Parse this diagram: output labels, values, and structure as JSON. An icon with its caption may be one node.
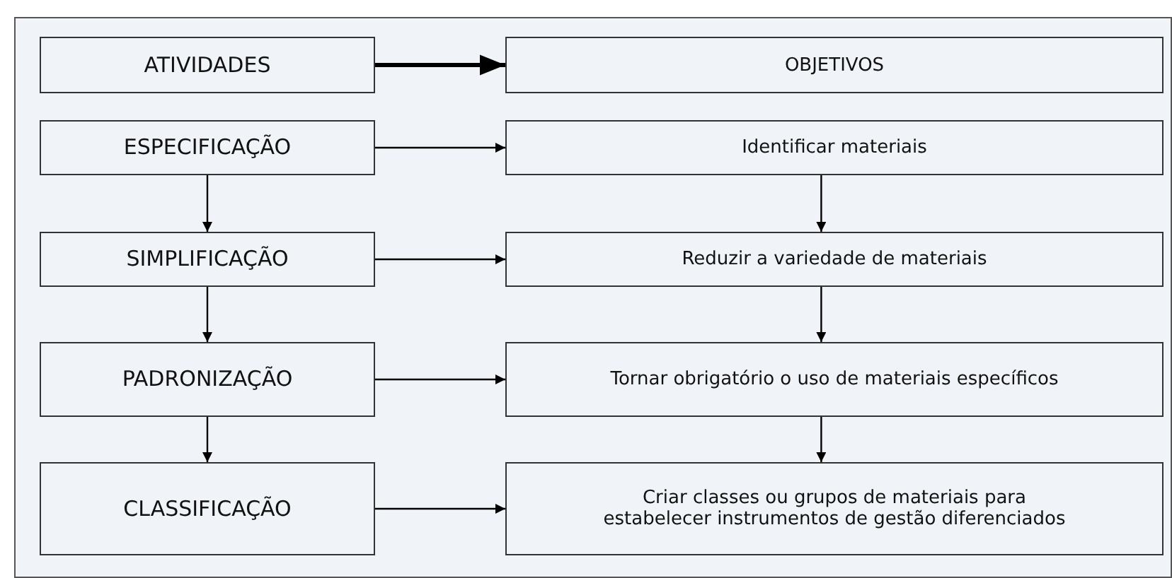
{
  "diagram": {
    "nodes": [
      {
        "text": [
          "ATIVIDADES"
        ]
      },
      {
        "text": [
          "OBJETIVOS"
        ]
      },
      {
        "text": [
          "ESPECIFICAÇÃO"
        ]
      },
      {
        "text": [
          "Identificar materiais"
        ]
      },
      {
        "text": [
          "SIMPLIFICAÇÃO"
        ]
      },
      {
        "text": [
          "Reduzir a variedade de materiais"
        ]
      },
      {
        "text": [
          "PADRONIZAÇÃO"
        ]
      },
      {
        "text": [
          "Tornar obrigatório o uso de materiais específicos"
        ]
      },
      {
        "text": [
          "CLASSIFICAÇÃO"
        ]
      },
      {
        "text": [
          "Criar classes ou grupos de materiais para estabelecer instrumentos de gestão diferenciados"
        ]
      }
    ],
    "edges": [
      {
        "from": 0,
        "to": 1,
        "arrow": "to",
        "style": "thick"
      },
      {
        "from": 2,
        "to": 3,
        "arrow": "to"
      },
      {
        "from": 2,
        "to": 4,
        "arrow": "to"
      },
      {
        "from": 3,
        "to": 5,
        "arrow": "to"
      },
      {
        "from": 4,
        "to": 5,
        "arrow": "to"
      },
      {
        "from": 4,
        "to": 6,
        "arrow": "to"
      },
      {
        "from": 5,
        "to": 7,
        "arrow": "to"
      },
      {
        "from": 6,
        "to": 7,
        "arrow": "to"
      },
      {
        "from": 6,
        "to": 8,
        "arrow": "to"
      },
      {
        "from": 7,
        "to": 9,
        "arrow": "to"
      },
      {
        "from": 8,
        "to": 9,
        "arrow": "to"
      }
    ]
  }
}
